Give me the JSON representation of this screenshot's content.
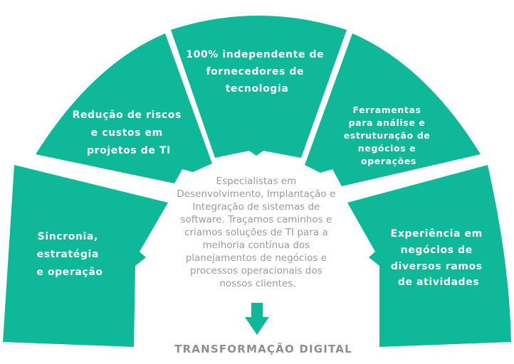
{
  "segments": [
    {
      "id": "sincronia",
      "lines": [
        "Sincronia,",
        "estratégia",
        "e operação"
      ]
    },
    {
      "id": "reducao",
      "lines": [
        "Redução de riscos",
        "e custos em",
        "projetos de TI"
      ]
    },
    {
      "id": "independente",
      "lines": [
        "100% independente de",
        "fornecedores de",
        "tecnologia"
      ]
    },
    {
      "id": "ferramentas",
      "lines": [
        "Ferramentas",
        "para análise e",
        "estruturação de",
        "negócios e",
        "operações"
      ]
    },
    {
      "id": "experiencia",
      "lines": [
        "Experiência em",
        "negócios de",
        "diversos ramos",
        "de atividades"
      ]
    }
  ],
  "center": {
    "lines": [
      "Especialistas em",
      "Desenvolvimento, Implantação e",
      "Integração de sistemas de",
      "software. Traçamos caminhos e",
      "criamos soluções de TI para a",
      "melhoria contínua dos",
      "planejamentos de negócios e",
      "processos operacionais dos",
      "nossos clientes."
    ]
  },
  "footer": {
    "label": "TRANSFORMAÇÃO DIGITAL"
  },
  "colors": {
    "segment": "#10b89a",
    "center_text": "#9a9a9a",
    "footer_text": "#8e8e8e"
  },
  "icons": {
    "arrow": "down-arrow-icon"
  }
}
